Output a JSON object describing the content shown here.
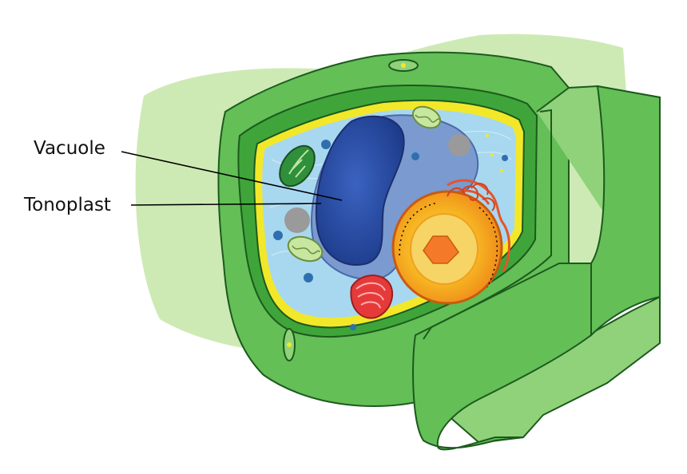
{
  "labels": {
    "vacuole": "Vacuole",
    "tonoplast": "Tonoplast"
  },
  "colors": {
    "background": "#ffffff",
    "outer_pale_green": "#cdeab4",
    "cell_wall_green": "#63bf56",
    "cell_wall_dark": "#3a9b36",
    "wall_side_light": "#8fd27a",
    "plasma_membrane": "#f2e829",
    "cytoplasm": "#a8d8f0",
    "vacuole_blue": "#2f52a8",
    "tonoplast_blue": "#7a9ad0",
    "nucleus_orange": "#f39b1e",
    "nucleolus": "#f47a2a",
    "golgi_red": "#e63a3a",
    "chloroplast_green": "#2f8f3a",
    "mitochondrion": "#c7e6a0",
    "leader_line": "#000000"
  },
  "icons": [
    "plant-cell-illustration"
  ]
}
